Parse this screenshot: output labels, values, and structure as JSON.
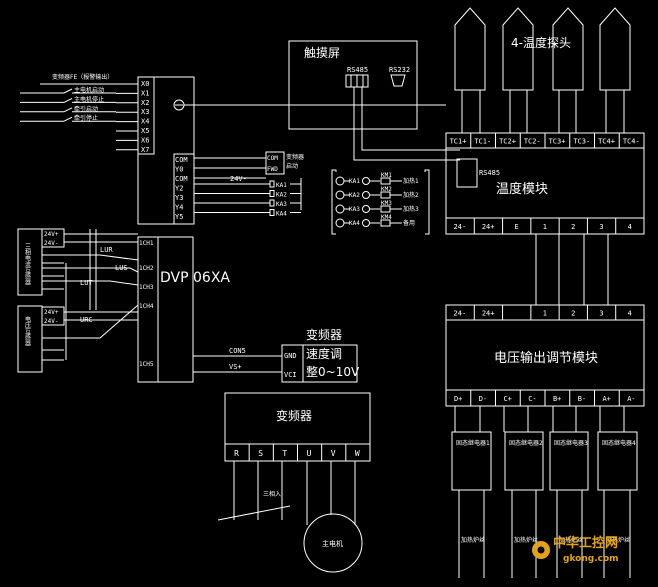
{
  "touchscreen": {
    "title": "触摸屏",
    "port_rs485": "RS485",
    "port_rs232": "RS232"
  },
  "probes": {
    "title": "4-温度探头"
  },
  "temp_module": {
    "title": "温度模块",
    "rs485": "RS485",
    "top_terminals": [
      "TC1+",
      "TC1-",
      "TC2+",
      "TC2-",
      "TC3+",
      "TC3-",
      "TC4+",
      "TC4-"
    ],
    "bottom_terminals": [
      "24-",
      "24+",
      "E",
      "1",
      "2",
      "3",
      "4"
    ]
  },
  "voltage_module": {
    "title": "电压输出调节模块",
    "top_terminals": [
      "24-",
      "24+",
      "",
      "1",
      "2",
      "3",
      "4"
    ],
    "bottom_terminals": [
      "D+",
      "D-",
      "C+",
      "C-",
      "B+",
      "B-",
      "A+",
      "A-"
    ]
  },
  "ssr": {
    "labels": [
      "固态继电器1",
      "固态继电器2",
      "固态继电器3",
      "固态继电器4"
    ],
    "loads": [
      "加热炉丝",
      "加热炉丝",
      "加热炉丝",
      "加热炉丝"
    ]
  },
  "plc": {
    "inputs": [
      "X0",
      "X1",
      "X2",
      "X3",
      "X4",
      "X5",
      "X6",
      "X7"
    ],
    "outputs": [
      "COM",
      "Y0",
      "COM",
      "Y2",
      "Y3",
      "Y4",
      "Y5"
    ],
    "input_labels": [
      "变频器FE（报警输出）",
      "主电机启动",
      "主电机停止",
      "牵引启动",
      "牵引停止"
    ],
    "v24": "24V-",
    "inverter_note_1": "变频器",
    "inverter_note_2": "启动",
    "com_tag": "COM",
    "fwd_tag": "FWD",
    "ka_relays": [
      "KA1",
      "KA2",
      "KA3",
      "KA4"
    ]
  },
  "analog": {
    "model": "DVP 06XA",
    "channels": [
      "1CH1",
      "1CH2",
      "1CH3",
      "1CH4",
      "1CH5"
    ],
    "ct_label": "三相电流互感器",
    "vt_label": "电压互感器",
    "v24_plus": "24V+",
    "v24_minus": "24V-",
    "signals": [
      "LUR",
      "LUS",
      "LUT",
      "URC"
    ],
    "con5": "CON5",
    "vs": "VS+"
  },
  "inverter_ctrl": {
    "title_1": "变频器",
    "title_2": "速度调",
    "title_3": "整0~10V",
    "gnd": "GND",
    "vci": "VCI"
  },
  "relay_panel": {
    "rows": [
      {
        "ka": "KA1",
        "km": "KM1",
        "name": "加热1"
      },
      {
        "ka": "KA2",
        "km": "KM2",
        "name": "加热2"
      },
      {
        "ka": "KA3",
        "km": "KM3",
        "name": "加热3"
      },
      {
        "ka": "KA4",
        "km": "KM4",
        "name": "备用"
      }
    ]
  },
  "inverter": {
    "title": "变频器",
    "terminals": [
      "R",
      "S",
      "T",
      "U",
      "V",
      "W"
    ],
    "input_label": "三相入"
  },
  "motor": {
    "label": "主电机"
  },
  "watermark": {
    "brand": "中华工控网",
    "url": "gkong.com"
  }
}
